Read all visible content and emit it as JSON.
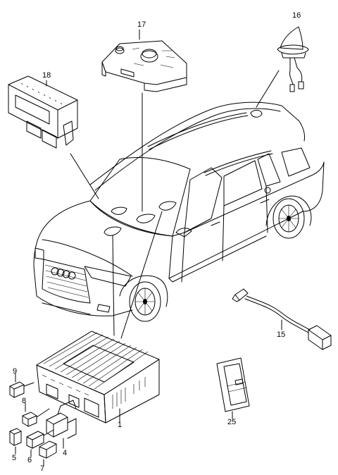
{
  "labels": {
    "n1": "1",
    "n4": "4",
    "n5": "5",
    "n6": "6",
    "n7": "7",
    "n8": "8",
    "n9": "9",
    "n15": "15",
    "n16": "16",
    "n17": "17",
    "n18": "18",
    "n25": "25"
  }
}
